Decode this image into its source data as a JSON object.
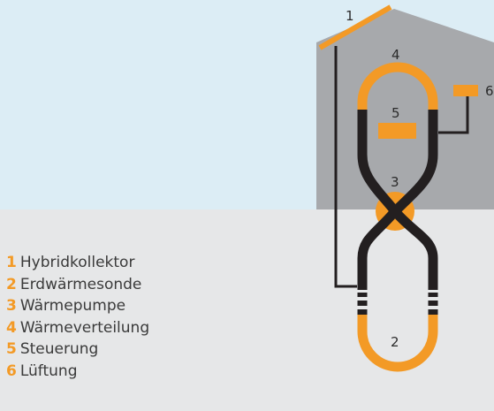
{
  "colors": {
    "accent": "#f39a26",
    "pipe": "#231f20",
    "house": "#a7a9ac",
    "sky": "#dcedf5",
    "ground": "#e6e7e8"
  },
  "diagram": {
    "labels": {
      "collector": "1",
      "ground_probe": "2",
      "heat_pump": "3",
      "distribution": "4",
      "control": "5",
      "ventilation": "6"
    }
  },
  "legend": {
    "items": [
      {
        "num": "1",
        "label": "Hybridkollektor"
      },
      {
        "num": "2",
        "label": "Erdwärmesonde"
      },
      {
        "num": "3",
        "label": "Wärmepumpe"
      },
      {
        "num": "4",
        "label": "Wärmeverteilung"
      },
      {
        "num": "5",
        "label": "Steuerung"
      },
      {
        "num": "6",
        "label": "Lüftung"
      }
    ]
  }
}
